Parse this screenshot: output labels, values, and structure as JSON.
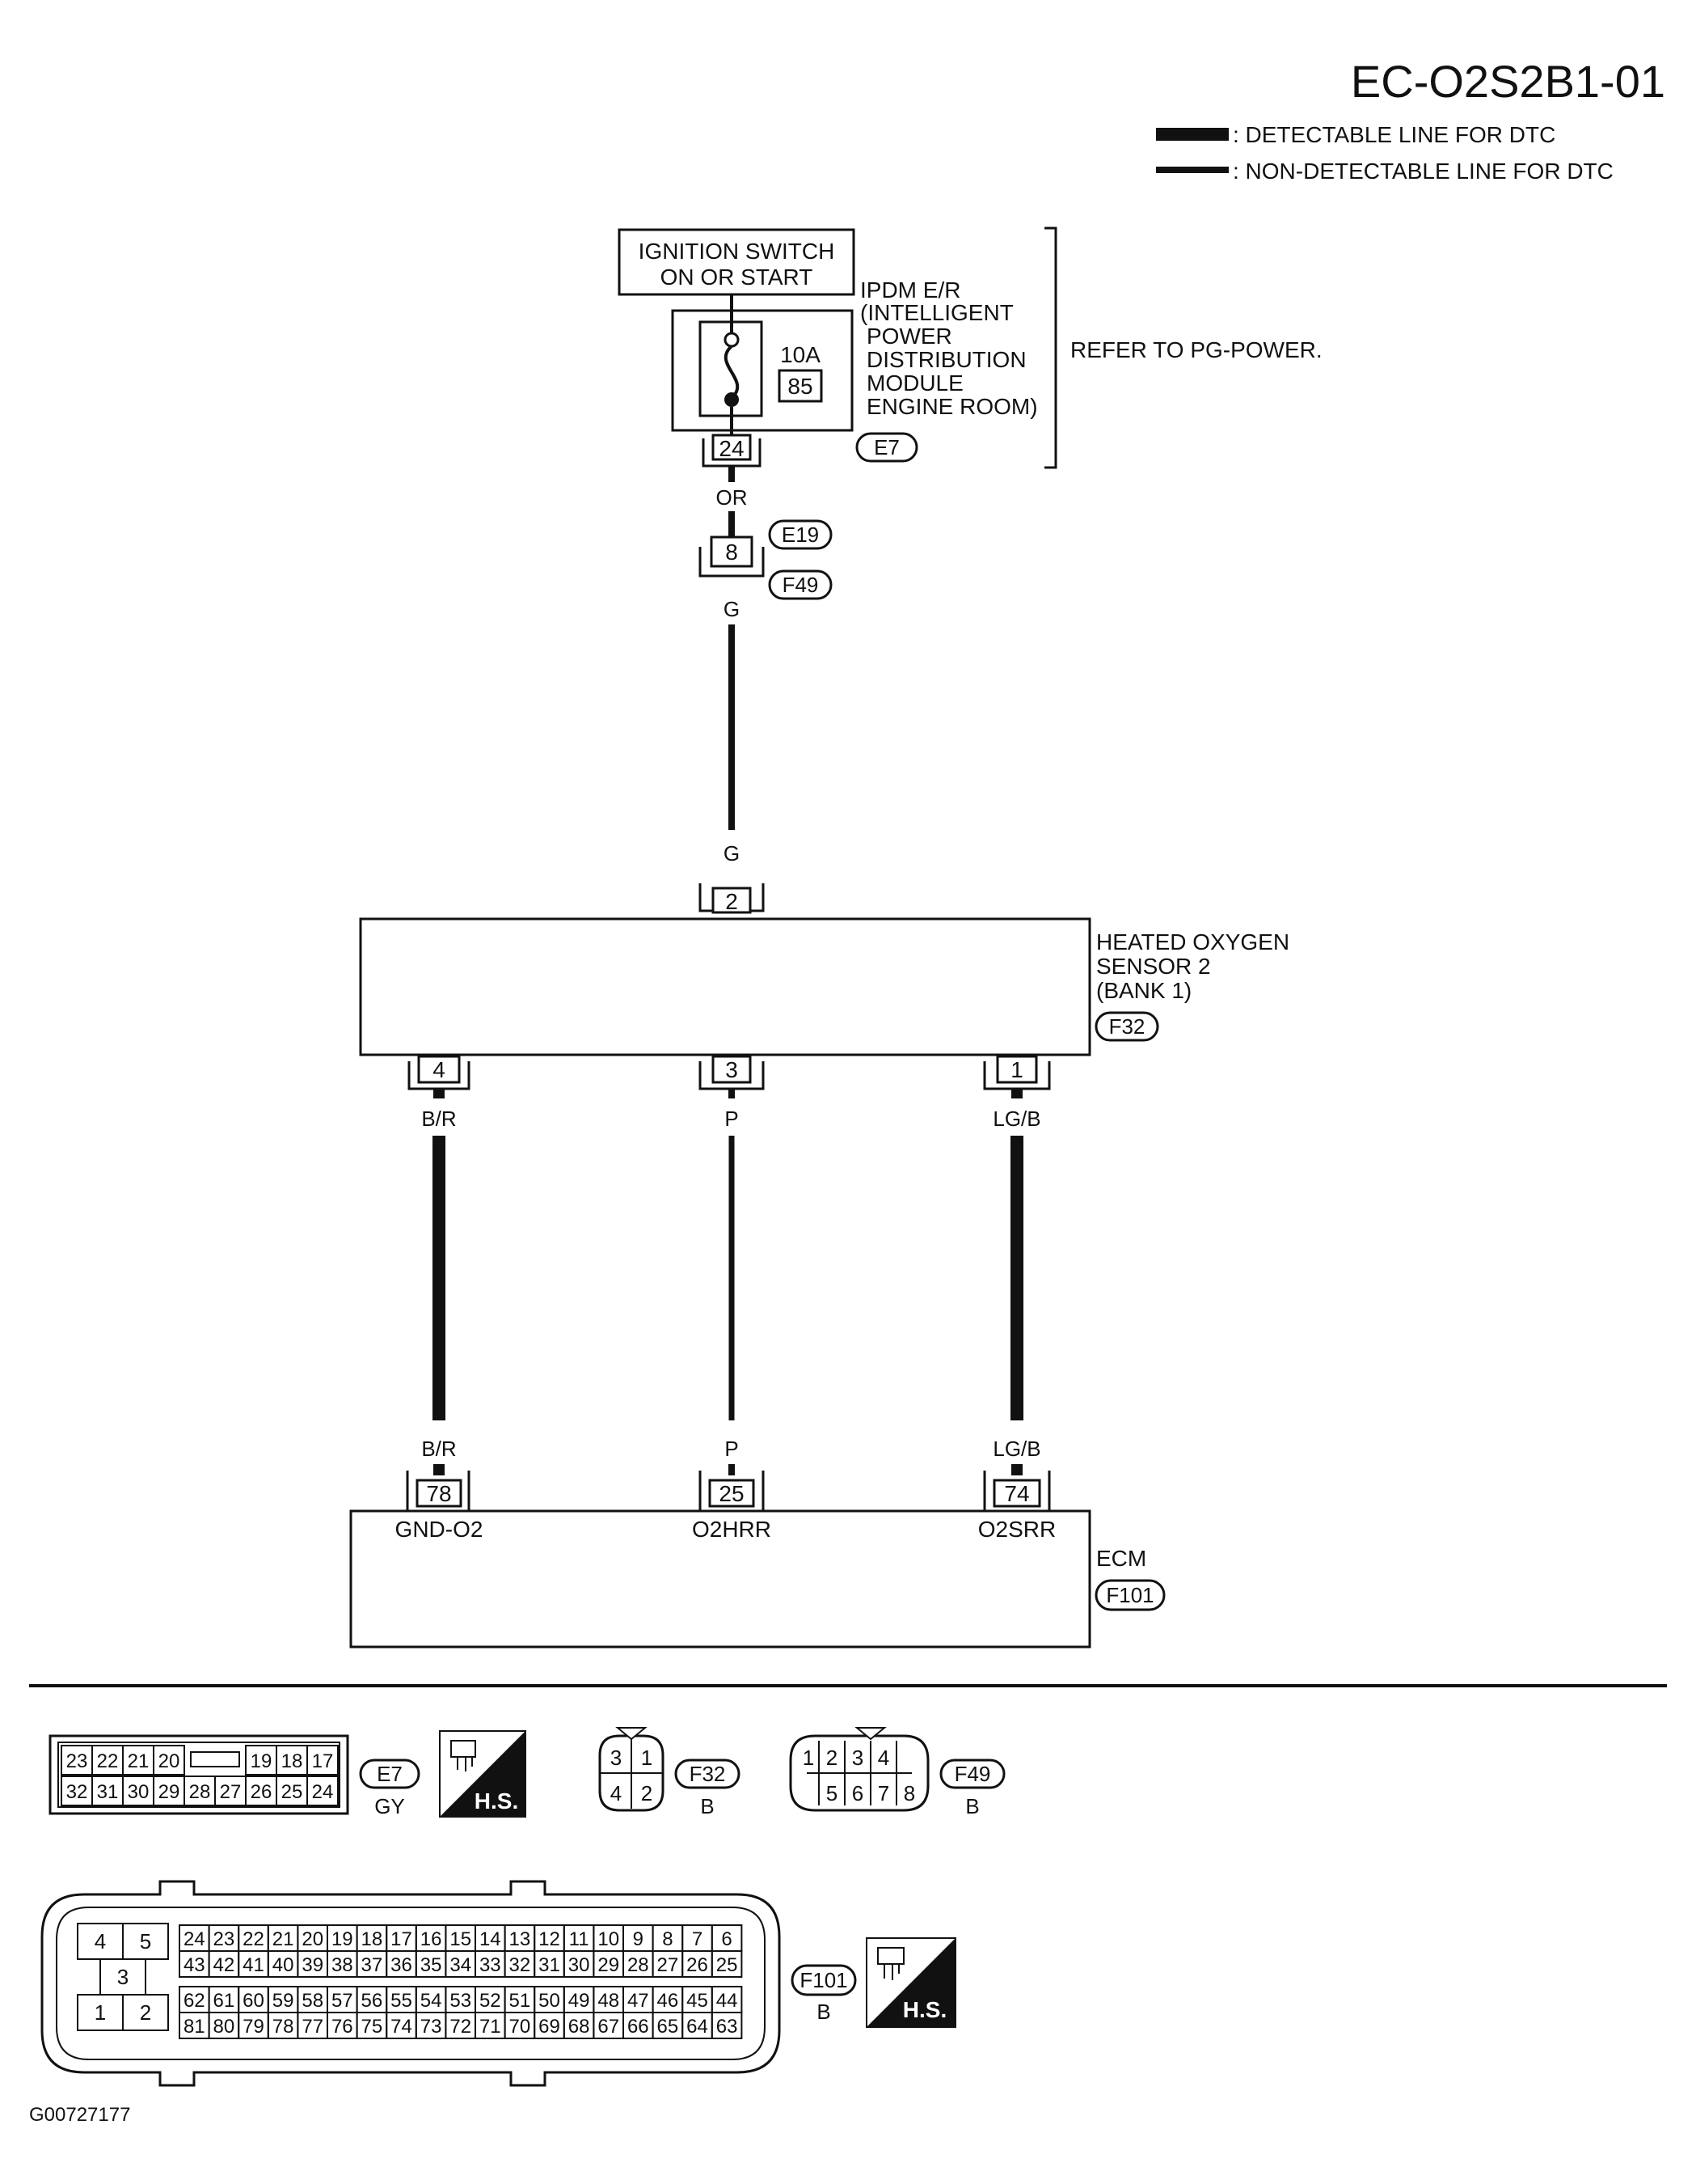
{
  "title": "EC-O2S2B1-01",
  "legend": {
    "detectable": ": DETECTABLE LINE FOR DTC",
    "non_detectable": ": NON-DETECTABLE LINE FOR DTC"
  },
  "ignition": {
    "line1": "IGNITION SWITCH",
    "line2": "ON OR START"
  },
  "ipdm": {
    "lines": [
      "IPDM E/R",
      "(INTELLIGENT",
      "POWER",
      "DISTRIBUTION",
      "MODULE",
      "ENGINE ROOM)"
    ],
    "fuse_rating": "10A",
    "fuse_number": "85",
    "terminal": "24",
    "connector": "E7",
    "refer": "REFER TO PG-POWER."
  },
  "wire_power": {
    "color_top": "OR",
    "joint_terminal": "8",
    "joint_conn_top": "E19",
    "joint_conn_bottom": "F49",
    "color_mid": "G",
    "color_bottom": "G"
  },
  "sensor": {
    "lines": [
      "HEATED OXYGEN",
      "SENSOR 2",
      "(BANK 1)"
    ],
    "connector": "F32",
    "terminal_top": "2",
    "terminals_bottom": [
      "4",
      "3",
      "1"
    ]
  },
  "wires": [
    {
      "color_top": "B/R",
      "color_bottom": "B/R"
    },
    {
      "color_top": "P",
      "color_bottom": "P"
    },
    {
      "color_top": "LG/B",
      "color_bottom": "LG/B"
    }
  ],
  "ecm": {
    "label": "ECM",
    "connector": "F101",
    "terminals": [
      "78",
      "25",
      "74"
    ],
    "signals": [
      "GND-O2",
      "O2HRR",
      "O2SRR"
    ]
  },
  "connectors": {
    "e7": {
      "top_row": [
        "23",
        "22",
        "21",
        "20",
        "",
        "19",
        "18",
        "17"
      ],
      "bottom_row": [
        "32",
        "31",
        "30",
        "29",
        "28",
        "27",
        "26",
        "25",
        "24"
      ],
      "id": "E7",
      "color": "GY",
      "hs": "H.S."
    },
    "f32": {
      "pins": [
        "3",
        "1",
        "4",
        "2"
      ],
      "id": "F32",
      "color": "B"
    },
    "f49": {
      "top": [
        "1",
        "2",
        "3",
        "4"
      ],
      "bottom": [
        "5",
        "6",
        "7",
        "8"
      ],
      "id": "F49",
      "color": "B"
    },
    "f101": {
      "left_pins": [
        "4",
        "5",
        "3",
        "1",
        "2"
      ],
      "row1": [
        "24",
        "23",
        "22",
        "21",
        "20",
        "19",
        "18",
        "17",
        "16",
        "15",
        "14",
        "13",
        "12",
        "11",
        "10",
        "9",
        "8",
        "7",
        "6"
      ],
      "row2": [
        "43",
        "42",
        "41",
        "40",
        "39",
        "38",
        "37",
        "36",
        "35",
        "34",
        "33",
        "32",
        "31",
        "30",
        "29",
        "28",
        "27",
        "26",
        "25"
      ],
      "row3": [
        "62",
        "61",
        "60",
        "59",
        "58",
        "57",
        "56",
        "55",
        "54",
        "53",
        "52",
        "51",
        "50",
        "49",
        "48",
        "47",
        "46",
        "45",
        "44"
      ],
      "row4": [
        "81",
        "80",
        "79",
        "78",
        "77",
        "76",
        "75",
        "74",
        "73",
        "72",
        "71",
        "70",
        "69",
        "68",
        "67",
        "66",
        "65",
        "64",
        "63"
      ],
      "id": "F101",
      "color": "B",
      "hs": "H.S."
    }
  },
  "figure_code": "G00727177"
}
